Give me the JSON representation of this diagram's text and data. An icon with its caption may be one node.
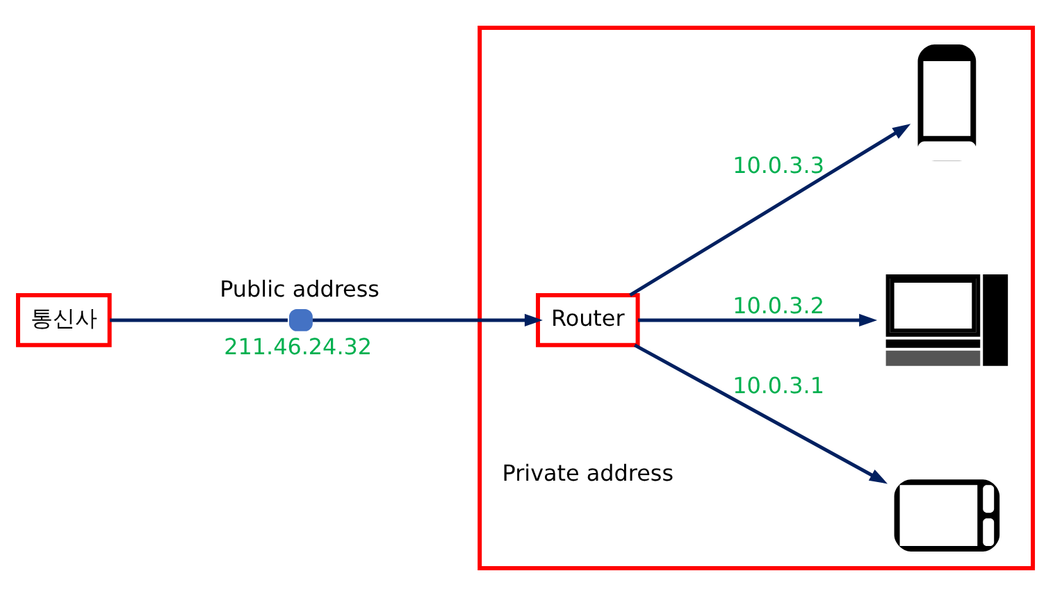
{
  "diagram": {
    "nodes": [
      {
        "text": [],
        "shape": "box"
      },
      {
        "text": [
          "통신사"
        ]
      },
      {
        "text": [],
        "shape": "circle",
        "beside": [
          "Public address",
          "211.46.24.32"
        ]
      },
      {
        "text": [
          "Router"
        ],
        "in": 0
      },
      {
        "text": [],
        "shape": "picture",
        "in": 0
      },
      {
        "text": [],
        "shape": "picture",
        "in": 0
      },
      {
        "text": [],
        "shape": "picture",
        "in": 0
      }
    ],
    "edges": [
      {
        "from": 1,
        "to": 2,
        "arrow": "none"
      },
      {
        "from": 2,
        "to": 3,
        "arrow": "to"
      },
      {
        "from": 3,
        "to": 4,
        "arrow": "to",
        "label": "10.0.3.3"
      },
      {
        "from": 3,
        "to": 5,
        "arrow": "to",
        "label": "10.0.3.2"
      },
      {
        "from": 3,
        "to": 6,
        "arrow": "to",
        "label": "10.0.3.1"
      }
    ],
    "labels": [
      "Private address"
    ]
  }
}
